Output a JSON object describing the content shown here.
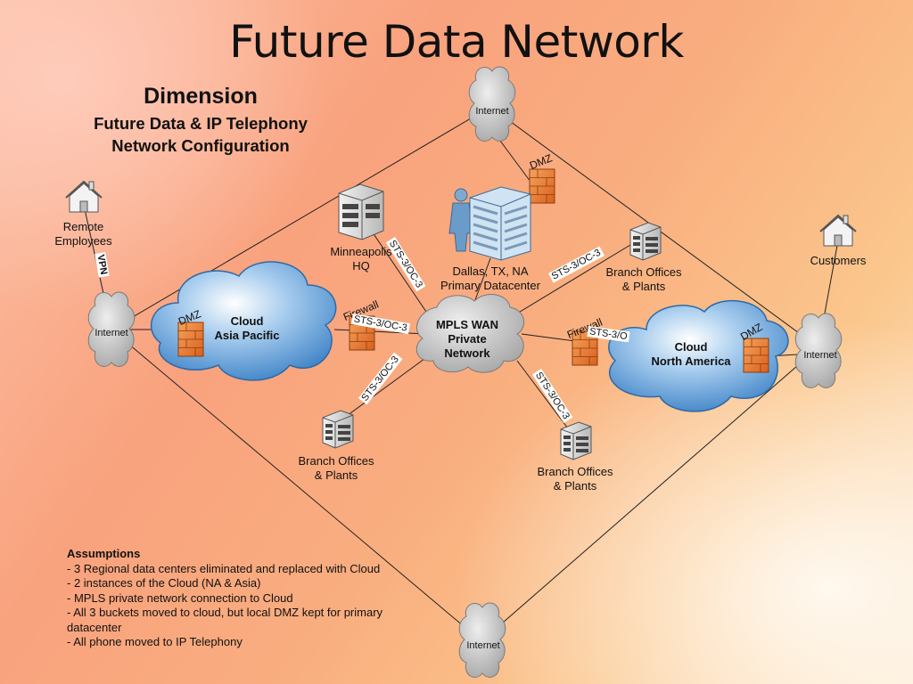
{
  "slide": {
    "title": "Future Data Network",
    "heading": "Dimension",
    "subheading_1": "Future Data & IP Telephony",
    "subheading_2": "Network Configuration"
  },
  "nodes": {
    "internet_top": "Internet",
    "internet_left": "Internet",
    "internet_right": "Internet",
    "internet_bottom": "Internet",
    "mpls_wan": [
      "MPLS WAN",
      "Private",
      "Network"
    ],
    "cloud_asia": [
      "Cloud",
      "Asia Pacific"
    ],
    "cloud_na": [
      "Cloud",
      "North America"
    ],
    "remote_employees": [
      "Remote",
      "Employees"
    ],
    "customers": "Customers",
    "minneapolis": [
      "Minneapolis",
      "HQ"
    ],
    "dallas": [
      "Dallas, TX, NA",
      "Primary Datacenter"
    ],
    "branch_right_top": [
      "Branch Offices",
      "& Plants"
    ],
    "branch_bottom_left": [
      "Branch Offices",
      "& Plants"
    ],
    "branch_bottom_right": [
      "Branch Offices",
      "& Plants"
    ]
  },
  "link_labels": {
    "vpn": "VPN",
    "dmz_top": "DMZ",
    "dmz_asia": "DMZ",
    "dmz_na": "DMZ",
    "firewall_left": "Firewall",
    "firewall_right": "Firewall",
    "sts_minneapolis": "STS-3/OC-3",
    "sts_branch_right": "STS-3/OC-3",
    "sts_firewall_left": "STS-3/OC-3",
    "sts_branch_left": "STS-3/OC-3",
    "sts_branch_bottom": "STS-3/OC-3",
    "sts_firewall_right": "STS-3/O"
  },
  "assumptions": {
    "title": "Assumptions",
    "items": [
      "- 3 Regional data centers eliminated and replaced with Cloud",
      "- 2 instances of the Cloud (NA & Asia)",
      "- MPLS private network connection to Cloud",
      "- All 3 buckets moved to cloud, but local DMZ kept for primary datacenter",
      "- All phone moved to IP Telephony"
    ]
  },
  "colors": {
    "cloud_blue": "#4a8fd0",
    "firewall_orange": "#e8742a",
    "internet_gray": "#c4c4c4",
    "line": "#222222"
  }
}
